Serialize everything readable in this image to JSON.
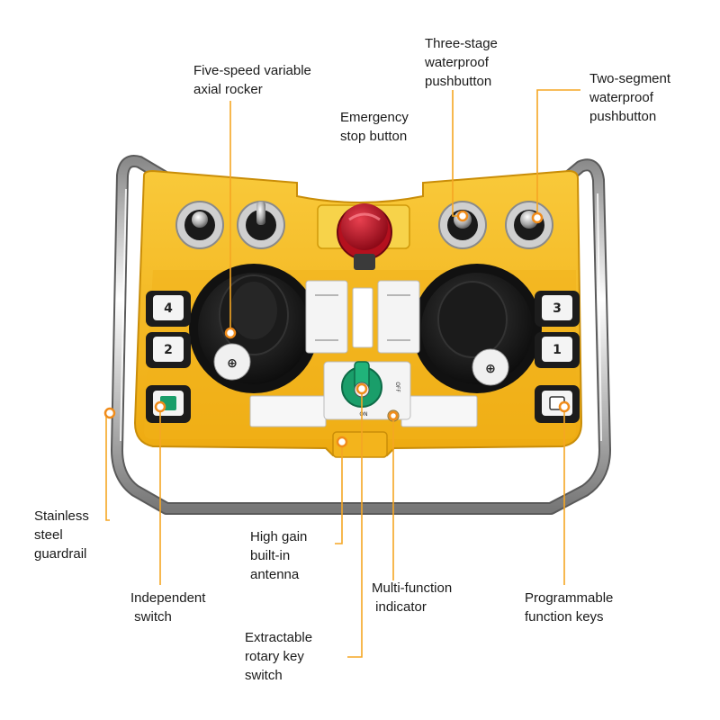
{
  "callouts": {
    "rocker": "Five-speed variable\naxial rocker",
    "emergency": "Emergency\nstop button",
    "three_stage": "Three-stage\nwaterproof\npushbutton",
    "two_segment": "Two-segment\nwaterproof\npushbutton",
    "guardrail": "Stainless\nsteel\nguardrail",
    "independent": "Independent\n switch",
    "antenna": "High gain\nbuilt-in\nantenna",
    "indicator": "Multi-function\n indicator",
    "programmable": "Programmable\nfunction keys",
    "rotary_key": "Extractable\nrotary key\nswitch"
  },
  "device": {
    "left_keys": [
      "4",
      "2"
    ],
    "right_keys": [
      "3",
      "1"
    ],
    "key_switch_on": "ON",
    "key_switch_off": "OFF"
  },
  "colors": {
    "body": "#f5b81c",
    "accent_line": "#f5a623",
    "emergency": "#c8102e",
    "key_switch": "#1a9e6a"
  }
}
